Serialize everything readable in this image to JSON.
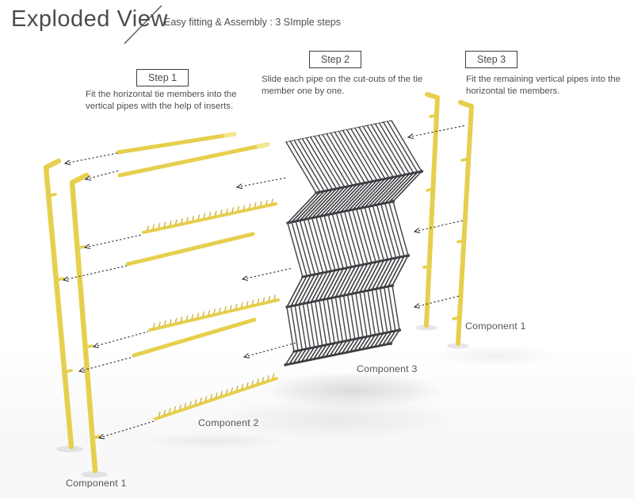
{
  "header": {
    "title": "Exploded View",
    "subtitle": "Easy fitting & Assembly : 3 SImple steps"
  },
  "steps": [
    {
      "label": "Step 1",
      "description": "Fit the horizontal tie members into the vertical pipes with the help of inserts."
    },
    {
      "label": "Step 2",
      "description": "Slide each pipe on the cut-outs of the tie member one by one."
    },
    {
      "label": "Step 3",
      "description": "Fit the remaining vertical pipes into the horizontal tie members."
    }
  ],
  "labels": {
    "component1_left": "Component 1",
    "component2": "Component 2",
    "component3": "Component 3",
    "component1_right": "Component 1"
  },
  "colors": {
    "pipe_yellow": "#e7cf4e",
    "pipe_tip": "#f4e98f",
    "comb_teeth": "#cfb43a",
    "tube_gray": "#4a4a4f",
    "fold_gray": "#3d3d42",
    "arrow": "#333333",
    "text": "#4a4a4a"
  }
}
